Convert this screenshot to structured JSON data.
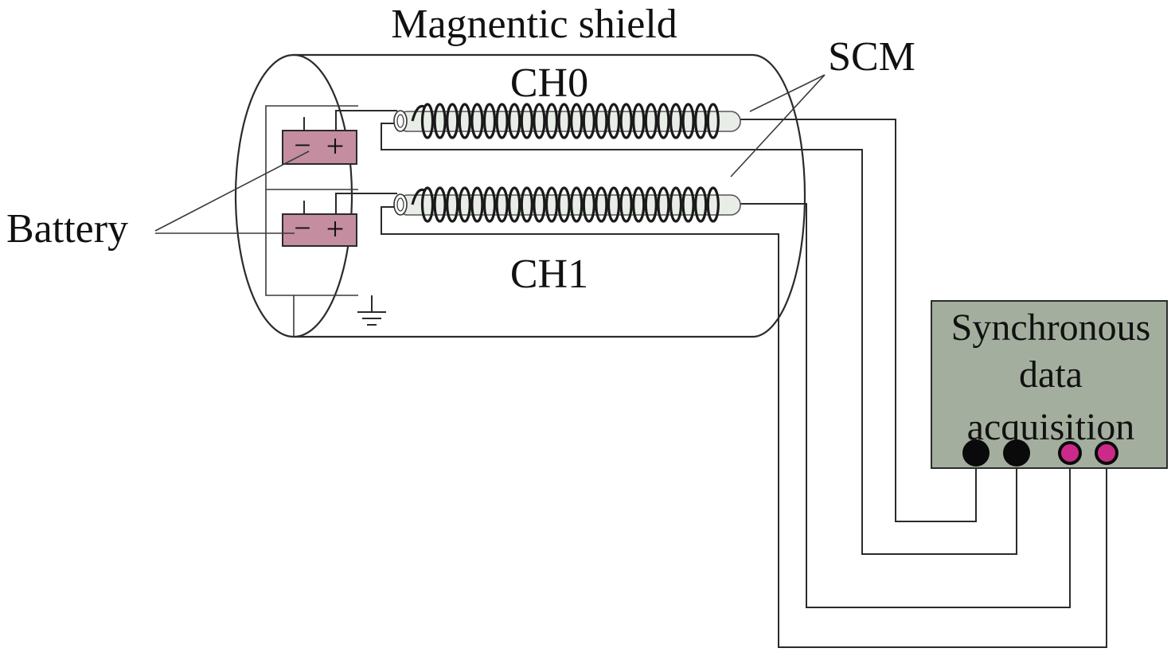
{
  "labels": {
    "shield": "Magnentic shield",
    "scm": "SCM",
    "ch0": "CH0",
    "ch1": "CH1",
    "battery": "Battery",
    "daq_line1": "Synchronous",
    "daq_line2": "data",
    "daq_line3": "acquisition"
  },
  "battery_polarity": {
    "minus": "−",
    "plus": "+"
  },
  "colors": {
    "battery_fill": "#c48da0",
    "daq_fill": "#a4ae9e",
    "port_black": "#0a0a0a",
    "port_magenta": "#cc2a88",
    "core_fill": "#e8eee7"
  },
  "channels": [
    "CH0",
    "CH1"
  ],
  "daq_ports": [
    {
      "type": "black"
    },
    {
      "type": "black"
    },
    {
      "type": "magenta"
    },
    {
      "type": "magenta"
    }
  ]
}
